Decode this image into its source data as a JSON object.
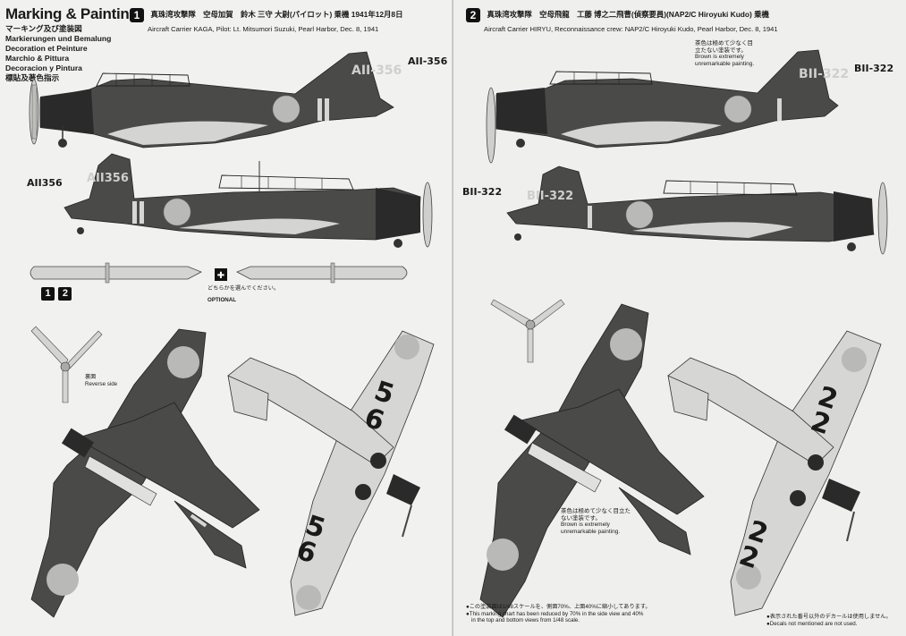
{
  "left": {
    "title": "Marking & Painting",
    "languages": [
      "マーキング及び塗装図",
      "Markierungen und Bemalung",
      "Decoration et Peinture",
      "Marchio & Pittura",
      "Decoracion y Pintura",
      "標貼及著色指示"
    ],
    "scheme1": {
      "number": "1",
      "header_jp": "真珠湾攻撃隊　空母加賀　鈴木 三守 大尉(パイロット) 乗機 1941年12月8日",
      "header_en": "Aircraft Carrier KAGA, Pilot: Lt. Mitsumori Suzuki, Pearl Harbor, Dec. 8, 1941",
      "tail_code": "AII-356",
      "tail_code_left": "AII356"
    },
    "torpedo_note_jp": "どちらかを選んでください。",
    "torpedo_note_en": "OPTIONAL",
    "shared_badges": [
      "1",
      "2"
    ],
    "fuselage_numbers": [
      "5",
      "6"
    ]
  },
  "right": {
    "scheme2": {
      "number": "2",
      "header_jp": "真珠湾攻撃隊　空母飛龍　工藤 博之二飛曹(偵察要員)(NAP2/C Hiroyuki Kudo) 乗機",
      "header_en": "Aircraft Carrier HIRYU, Reconnaissance crew: NAP2/C Hiroyuki Kudo, Pearl Harbor, Dec. 8, 1941",
      "tail_code": "BII-322",
      "tail_code_left": "BII-322"
    },
    "paint_note_jp": "茶色は極めて少なく目立たない塗装です。",
    "paint_note_en": "Brown is extremely unremarkable painting.",
    "reverse_side_jp": "裏面",
    "reverse_side_en": "Reverse side",
    "wing_numbers": [
      "2",
      "2"
    ],
    "scale_note_jp": "●この塗装図は1/48スケールを、側面70%、上面40%に縮小してあります。",
    "scale_note_en1": "●This marking chart has been reduced by 70% in the side view and 40%",
    "scale_note_en2": "in the top and bottom views from 1/48 scale.",
    "decal_note_jp": "●表示された番号以外のデカールは使用しません。",
    "decal_note_en": "●Decals not mentioned are not used."
  },
  "colors": {
    "dark_green": "#4a4a48",
    "light_grey": "#d6d6d4",
    "hinomaru": "#b9b9b7",
    "cowl": "#2a2a2a"
  }
}
